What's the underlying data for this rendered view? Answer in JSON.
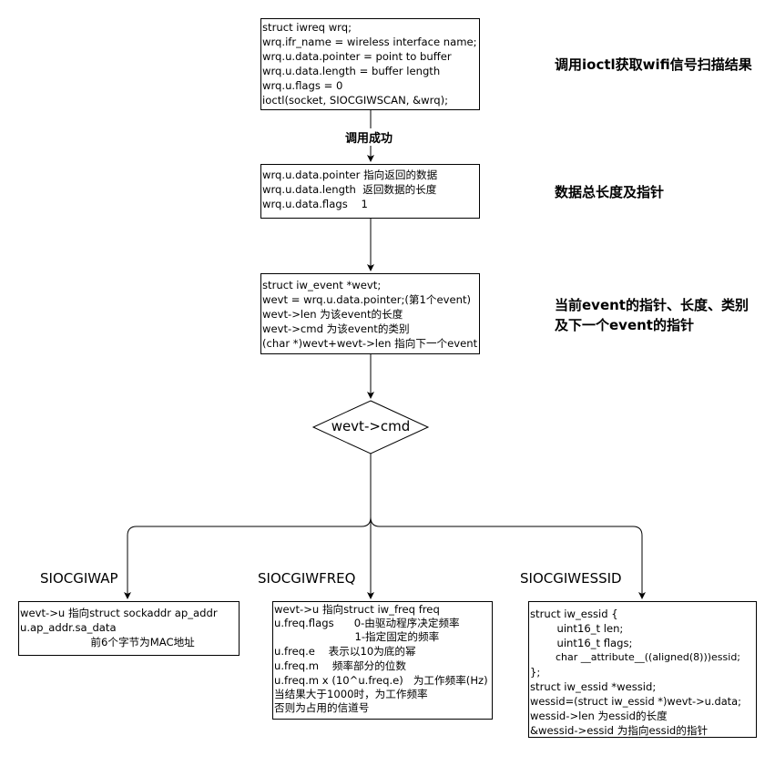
{
  "boxes": {
    "ioctl": {
      "lines": [
        "struct iwreq wrq;",
        "wrq.ifr_name = wireless interface name;",
        "wrq.u.data.pointer = point to buffer",
        "wrq.u.data.length = buffer length",
        "wrq.u.flags = 0",
        "ioctl(socket, SIOCGIWSCAN, &wrq);"
      ]
    },
    "result": {
      "lines": [
        "wrq.u.data.pointer 指向返回的数据",
        "wrq.u.data.length  返回数据的长度",
        "wrq.u.data.flags    1"
      ]
    },
    "event": {
      "lines": [
        "struct iw_event *wevt;",
        "wevt = wrq.u.data.pointer;(第1个event)",
        "wevt->len 为该event的长度",
        "wevt->cmd 为该event的类别",
        "(char *)wevt+wevt->len 指向下一个event"
      ]
    },
    "ap": {
      "lines": [
        "wevt->u 指向struct sockaddr ap_addr",
        "u.ap_addr.sa_data",
        "                     前6个字节为MAC地址"
      ]
    },
    "freq": {
      "lines": [
        "wevt->u 指向struct iw_freq freq",
        "u.freq.flags      0-由驱动程序决定频率",
        "                        1-指定固定的频率",
        "u.freq.e    表示以10为底的幂",
        "u.freq.m    频率部分的位数",
        "u.freq.m x (10^u.freq.e)   为工作频率(Hz)",
        "当结果大于1000时，为工作频率",
        "否则为占用的信道号"
      ]
    },
    "essid": {
      "lines": [
        "struct iw_essid {",
        "        uint16_t len;",
        "        uint16_t flags;",
        "        char __attribute__((aligned(8)))essid;",
        "};",
        "struct iw_essid *wessid;",
        "wessid=(struct iw_essid *)wevt->u.data;",
        "wessid->len 为essid的长度",
        "&wessid->essid 为指向essid的指针"
      ]
    }
  },
  "decision": {
    "label": "wevt->cmd"
  },
  "edge_labels": {
    "call_success": "调用成功"
  },
  "branches": {
    "ap": "SIOCGIWAP",
    "freq": "SIOCGIWFREQ",
    "essid": "SIOCGIWESSID"
  },
  "notes": {
    "ioctl": "调用ioctl获取wifi信号扫描结果",
    "result": "数据总长度及指针",
    "event": "当前event的指针、长度、类别\n及下一个event的指针"
  },
  "colors": {
    "stroke": "#000000",
    "background": "#ffffff"
  }
}
